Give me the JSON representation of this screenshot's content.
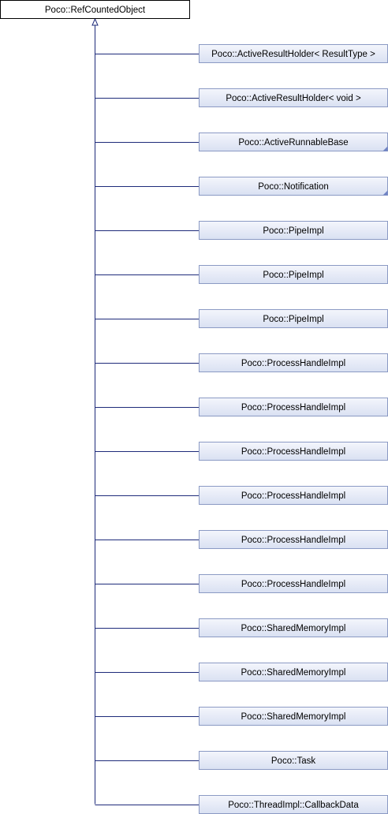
{
  "root": {
    "label": "Poco::RefCountedObject"
  },
  "subclasses": [
    {
      "label": "Poco::ActiveResultHolder< ResultType >",
      "has_more": false
    },
    {
      "label": "Poco::ActiveResultHolder< void >",
      "has_more": false
    },
    {
      "label": "Poco::ActiveRunnableBase",
      "has_more": true
    },
    {
      "label": "Poco::Notification",
      "has_more": true
    },
    {
      "label": "Poco::PipeImpl",
      "has_more": false
    },
    {
      "label": "Poco::PipeImpl",
      "has_more": false
    },
    {
      "label": "Poco::PipeImpl",
      "has_more": false
    },
    {
      "label": "Poco::ProcessHandleImpl",
      "has_more": false
    },
    {
      "label": "Poco::ProcessHandleImpl",
      "has_more": false
    },
    {
      "label": "Poco::ProcessHandleImpl",
      "has_more": false
    },
    {
      "label": "Poco::ProcessHandleImpl",
      "has_more": false
    },
    {
      "label": "Poco::ProcessHandleImpl",
      "has_more": false
    },
    {
      "label": "Poco::ProcessHandleImpl",
      "has_more": false
    },
    {
      "label": "Poco::SharedMemoryImpl",
      "has_more": false
    },
    {
      "label": "Poco::SharedMemoryImpl",
      "has_more": false
    },
    {
      "label": "Poco::SharedMemoryImpl",
      "has_more": false
    },
    {
      "label": "Poco::Task",
      "has_more": false
    },
    {
      "label": "Poco::ThreadImpl::CallbackData",
      "has_more": false
    }
  ],
  "colors": {
    "edge": "#1e2b7a",
    "box_border": "#8b9ac4",
    "box_fill_top": "#f4f6fc",
    "box_fill_bottom": "#d9e0f2",
    "more_marker": "#6f83c4"
  }
}
